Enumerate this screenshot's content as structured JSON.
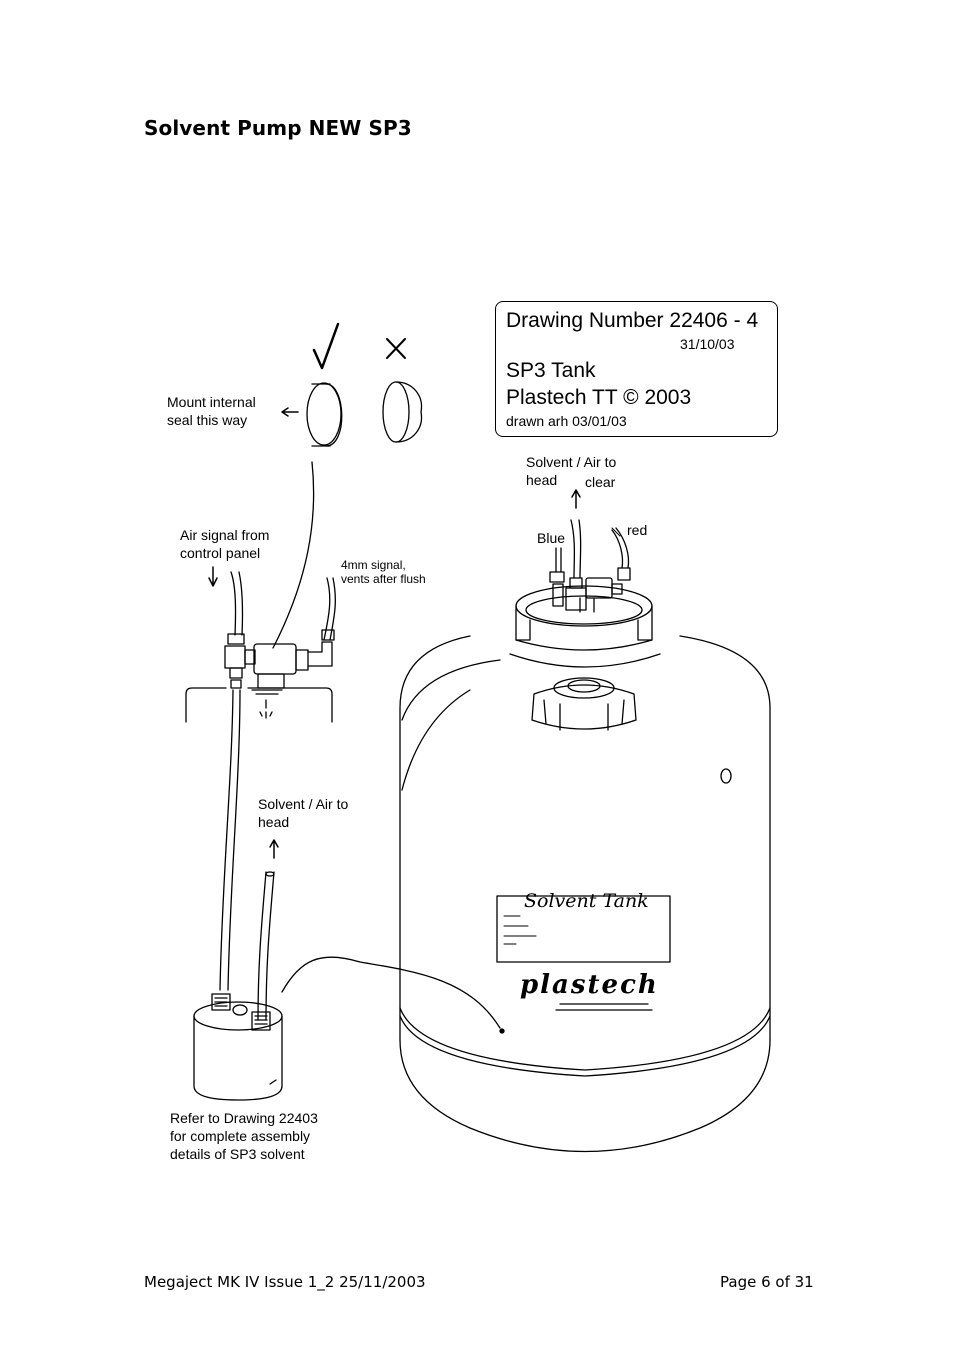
{
  "page_title": "Solvent Pump NEW SP3",
  "title_block": {
    "drawing_number": "Drawing Number 22406 - 4",
    "date": "31/10/03",
    "name": "SP3  Tank",
    "maker": "Plastech TT",
    "copyright_symbol": "©",
    "year": "2003",
    "drawn": "drawn arh 03/01/03"
  },
  "labels": {
    "mount_seal": [
      "Mount internal",
      "seal this way"
    ],
    "air_signal": [
      "Air signal from",
      "control panel"
    ],
    "signal_4mm": [
      "4mm signal,",
      "vents after flush"
    ],
    "solvent_air_top": [
      "Solvent / Air to",
      "head"
    ],
    "clear": "clear",
    "blue": "Blue",
    "red": "red",
    "solvent_air_pump": [
      "Solvent / Air to",
      "head"
    ],
    "refer": [
      "Refer to Drawing 22403",
      "for complete assembly",
      "details of SP3 solvent"
    ]
  },
  "tank": {
    "label_title": "Solvent Tank",
    "brand": "plastech"
  },
  "footer": {
    "left": "Megaject MK IV Issue 1_2    25/11/2003",
    "right": "Page 6 of 31"
  }
}
